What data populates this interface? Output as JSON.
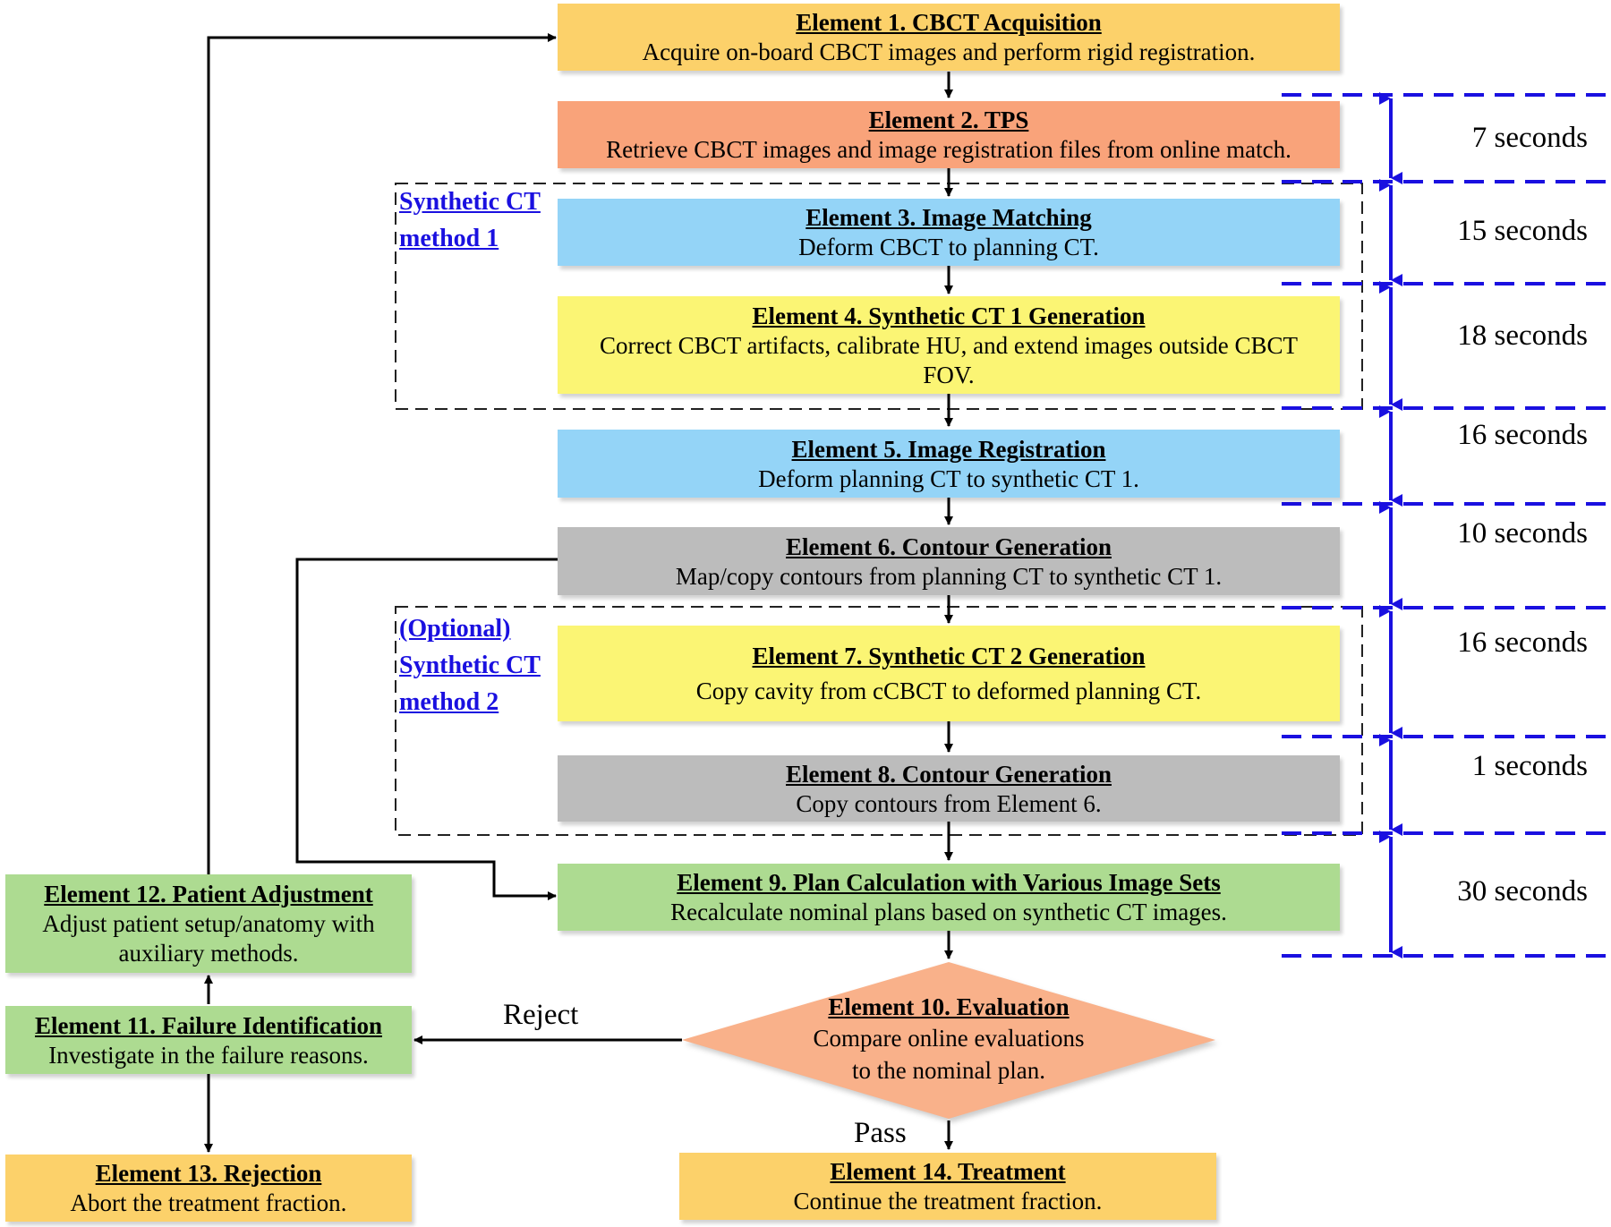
{
  "elements": {
    "e1": {
      "title": "Element 1. CBCT Acquisition",
      "desc": "Acquire on-board CBCT images and perform rigid registration."
    },
    "e2": {
      "title": "Element 2. TPS",
      "desc": "Retrieve CBCT images and image registration files from online match."
    },
    "e3": {
      "title": "Element 3. Image Matching",
      "desc": "Deform CBCT to planning CT."
    },
    "e4": {
      "title": "Element 4. Synthetic CT 1 Generation",
      "desc": "Correct CBCT artifacts, calibrate HU, and extend images outside CBCT FOV."
    },
    "e5": {
      "title": "Element 5. Image Registration",
      "desc": "Deform planning CT to synthetic CT 1."
    },
    "e6": {
      "title": "Element 6. Contour Generation",
      "desc": "Map/copy contours from planning CT to synthetic CT 1."
    },
    "e7": {
      "title": "Element 7. Synthetic CT 2 Generation",
      "desc": "Copy cavity from cCBCT to deformed planning CT."
    },
    "e8": {
      "title": "Element 8. Contour Generation",
      "desc": "Copy contours from Element 6."
    },
    "e9": {
      "title": "Element 9. Plan Calculation with Various Image Sets",
      "desc": "Recalculate nominal plans based on synthetic CT images."
    },
    "e10": {
      "title": "Element 10. Evaluation",
      "desc_line1": "Compare online evaluations",
      "desc_line2": "to the nominal plan."
    },
    "e11": {
      "title": "Element 11. Failure Identification",
      "desc": "Investigate in the failure reasons."
    },
    "e12": {
      "title": "Element 12. Patient Adjustment",
      "desc": "Adjust patient setup/anatomy with auxiliary methods."
    },
    "e13": {
      "title": "Element 13. Rejection",
      "desc": "Abort the treatment fraction."
    },
    "e14": {
      "title": "Element 14. Treatment",
      "desc": "Continue the treatment fraction."
    }
  },
  "groups": {
    "method1": {
      "line1": "Synthetic CT",
      "line2": "method 1"
    },
    "method2": {
      "line1": "(Optional)",
      "line2": "Synthetic CT",
      "line3": "method 2"
    }
  },
  "edge_labels": {
    "reject": "Reject",
    "pass": "Pass"
  },
  "timings": [
    "7 seconds",
    "15 seconds",
    "18 seconds",
    "16 seconds",
    "10 seconds",
    "16 seconds",
    "1 seconds",
    "30 seconds"
  ],
  "colors": {
    "orange": "#fcd16a",
    "salmon": "#f9a37a",
    "blue": "#94d4f7",
    "yellow": "#fbf574",
    "gray": "#bcbcbc",
    "green": "#addb91",
    "timing_lines": "#1a10e0",
    "method_text": "#1a10e0"
  }
}
